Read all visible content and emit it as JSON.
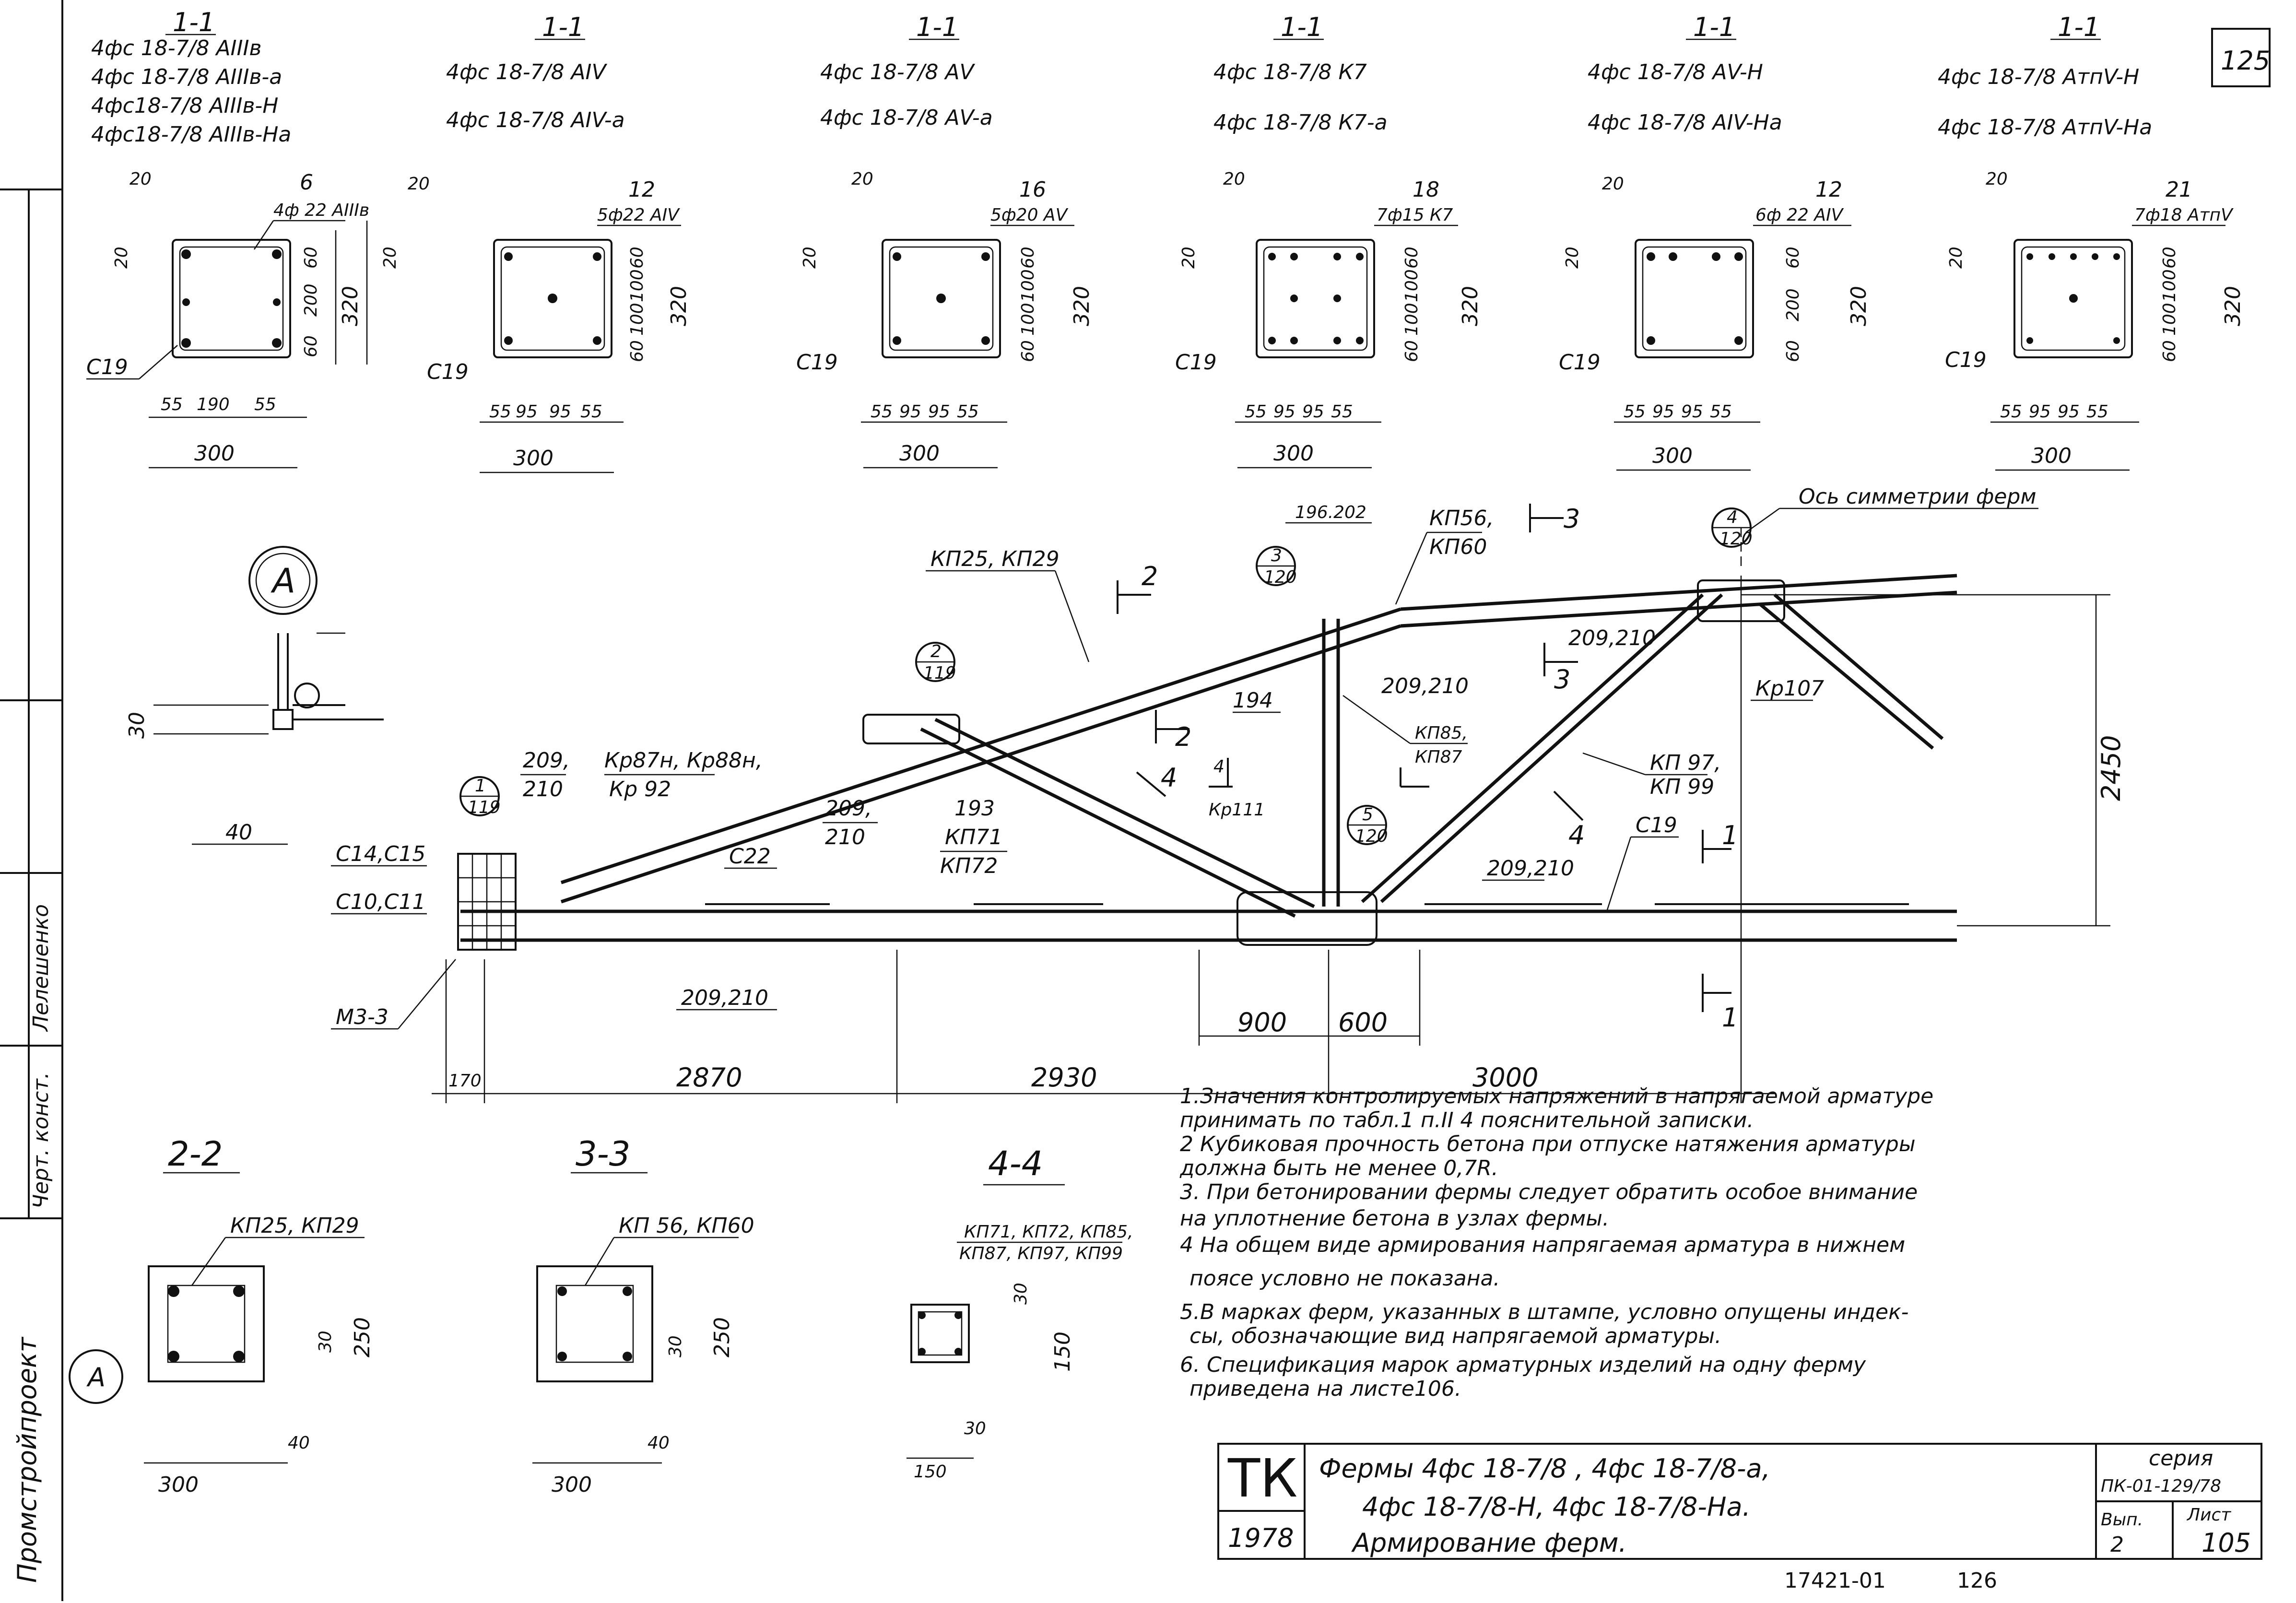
{
  "page_number": "125",
  "sections_1_1": [
    {
      "title": "1-1",
      "marks": [
        "4фс 18-7/8 АIIIв",
        "4фс 18-7/8 АIIIв-а",
        "4фс18-7/8 АIIIв-Н",
        "4фс18-7/8 АIIIв-На"
      ],
      "cover_top": "20",
      "cover_left": "20",
      "bar_count": "6",
      "bar_spec": "4ф 22 АIIIв",
      "c_mark": "С19",
      "dims_v": [
        "60",
        "200",
        "60"
      ],
      "height": "320",
      "dims_h": [
        "55",
        "190",
        "55"
      ],
      "width": "300"
    },
    {
      "title": "1-1",
      "marks": [
        "4фс 18-7/8 АIV",
        "4фс 18-7/8 АIV-а"
      ],
      "cover_top": "20",
      "cover_left": "20",
      "bar_count": "12",
      "bar_spec": "5ф22 АIV",
      "c_mark": "С19",
      "dims_v": [
        "60",
        "100",
        "100",
        "60"
      ],
      "height": "320",
      "dims_h": [
        "55",
        "95",
        "95",
        "55"
      ],
      "width": "300"
    },
    {
      "title": "1-1",
      "marks": [
        "4фс 18-7/8 АV",
        "4фс 18-7/8 АV-а"
      ],
      "cover_top": "20",
      "cover_left": "20",
      "bar_count": "16",
      "bar_spec": "5ф20 АV",
      "c_mark": "С19",
      "dims_v": [
        "60",
        "100",
        "100",
        "60"
      ],
      "height": "320",
      "dims_h": [
        "55",
        "95",
        "95",
        "55"
      ],
      "width": "300"
    },
    {
      "title": "1-1",
      "marks": [
        "4фс 18-7/8 К7",
        "4фс 18-7/8 К7-а"
      ],
      "cover_top": "20",
      "cover_left": "20",
      "bar_count": "18",
      "bar_spec": "7ф15 К7",
      "c_mark": "С19",
      "dims_v": [
        "60",
        "100",
        "100",
        "60"
      ],
      "height": "320",
      "dims_h": [
        "55",
        "95",
        "95",
        "55"
      ],
      "width": "300"
    },
    {
      "title": "1-1",
      "marks": [
        "4фс 18-7/8 АV-Н",
        "4фс 18-7/8 АIV-На"
      ],
      "cover_top": "20",
      "cover_left": "20",
      "bar_count": "12",
      "bar_spec": "6ф 22 АIV",
      "c_mark": "С19",
      "dims_v": [
        "60",
        "200",
        "60"
      ],
      "height": "320",
      "dims_h": [
        "55",
        "95",
        "95",
        "55"
      ],
      "width": "300"
    },
    {
      "title": "1-1",
      "marks": [
        "4фс 18-7/8 АтпV-Н",
        "4фс 18-7/8 АтпV-На"
      ],
      "cover_top": "20",
      "cover_left": "20",
      "bar_count": "21",
      "bar_spec": "7ф18 АтпV",
      "c_mark": "С19",
      "dims_v": [
        "60",
        "100",
        "100",
        "60"
      ],
      "height": "320",
      "dims_h": [
        "55",
        "95",
        "95",
        "55"
      ],
      "width": "300"
    }
  ],
  "detail_a": {
    "label": "А",
    "dim_v": "30",
    "dim_h": "40"
  },
  "truss": {
    "symmetry_axis": "Ось симметрии ферм",
    "height_dim": "2450",
    "bottom_dims": [
      "170",
      "2870",
      "2930",
      "3000"
    ],
    "node_dims": [
      "900",
      "600"
    ],
    "node_refs": [
      {
        "num": "1",
        "sheet": "119"
      },
      {
        "num": "2",
        "sheet": "119"
      },
      {
        "num": "3",
        "sheet": "120"
      },
      {
        "num": "4",
        "sheet": "120"
      },
      {
        "num": "5",
        "sheet": "120"
      }
    ],
    "labels": {
      "kn25": "КП25, КП29",
      "kn56": "КП56,",
      "kn60": "КП60",
      "n196": "196.202",
      "n209a": "209,210",
      "n209b": "209,210",
      "n209c": "209,210",
      "n209d": "209,",
      "n210d": "210",
      "n209e": "209,",
      "n210e": "210",
      "n209f": "209,210",
      "n194": "194",
      "kn85": "КП85,",
      "kn87": "КП87",
      "kn97": "КП 97,",
      "kn99": "КП 99",
      "kr107": "Кр107",
      "c19": "С19",
      "kr87": "Кр87н, Кр88н,",
      "kr92": "Кр 92",
      "n193": "193",
      "kn71": "КП71",
      "kn72": "КП72",
      "c22": "С22",
      "kr111": "Кр111",
      "c14": "С14,С15",
      "c10": "С10,С11",
      "m33": "М3-3",
      "cut2": "2",
      "cut3": "3",
      "cut4": "4",
      "cut1": "1"
    }
  },
  "small_sections": [
    {
      "title": "2-2",
      "mark": "КП25, КП29",
      "d1": "30",
      "d2": "250",
      "d3": "40",
      "width": "300",
      "with_a": "А"
    },
    {
      "title": "3-3",
      "mark": "КП 56, КП60",
      "d1": "30",
      "d2": "250",
      "d3": "40",
      "width": "300"
    },
    {
      "title": "4-4",
      "mark": "КП71, КП72, КП85,",
      "mark2": "КП87, КП97, КП99",
      "d1": "30",
      "d2": "150",
      "d3": "30",
      "width": "150"
    }
  ],
  "notes": [
    "1.Значения контролируемых напряжений в напрягаемой арматуре",
    "принимать по табл.1 п.II 4 пояснительной записки.",
    "2 Кубиковая прочность бетона при отпуске натяжения арматуры",
    "должна быть не менее 0,7R.",
    "3. При бетонировании фермы следует обратить особое внимание",
    "на уплотнение бетона в узлах фермы.",
    "4 На общем виде армирования напрягаемая арматура в нижнем",
    "поясе условно не показана.",
    "5.В марках ферм, указанных в штампе, условно опущены индек-",
    "сы, обозначающие вид напрягаемой арматуры.",
    "6. Спецификация марок арматурных изделий на одну ферму",
    "приведена на листе106."
  ],
  "stamp": {
    "org": "ТК",
    "year": "1978",
    "title1": "Фермы 4фс 18-7/8 , 4фс 18-7/8-а,",
    "title2": "4фс 18-7/8-Н, 4фс 18-7/8-На.",
    "title3": "Армирование ферм.",
    "series_label": "серия",
    "series": "ПК-01-129/78",
    "issue_label": "Вып.",
    "issue": "2",
    "sheet_label": "Лист",
    "sheet": "105"
  },
  "footer": {
    "code": "17421-01",
    "num": "126"
  },
  "side_labels": [
    "Промстройпроект",
    "Черт. конст.",
    "Лелешенко"
  ]
}
